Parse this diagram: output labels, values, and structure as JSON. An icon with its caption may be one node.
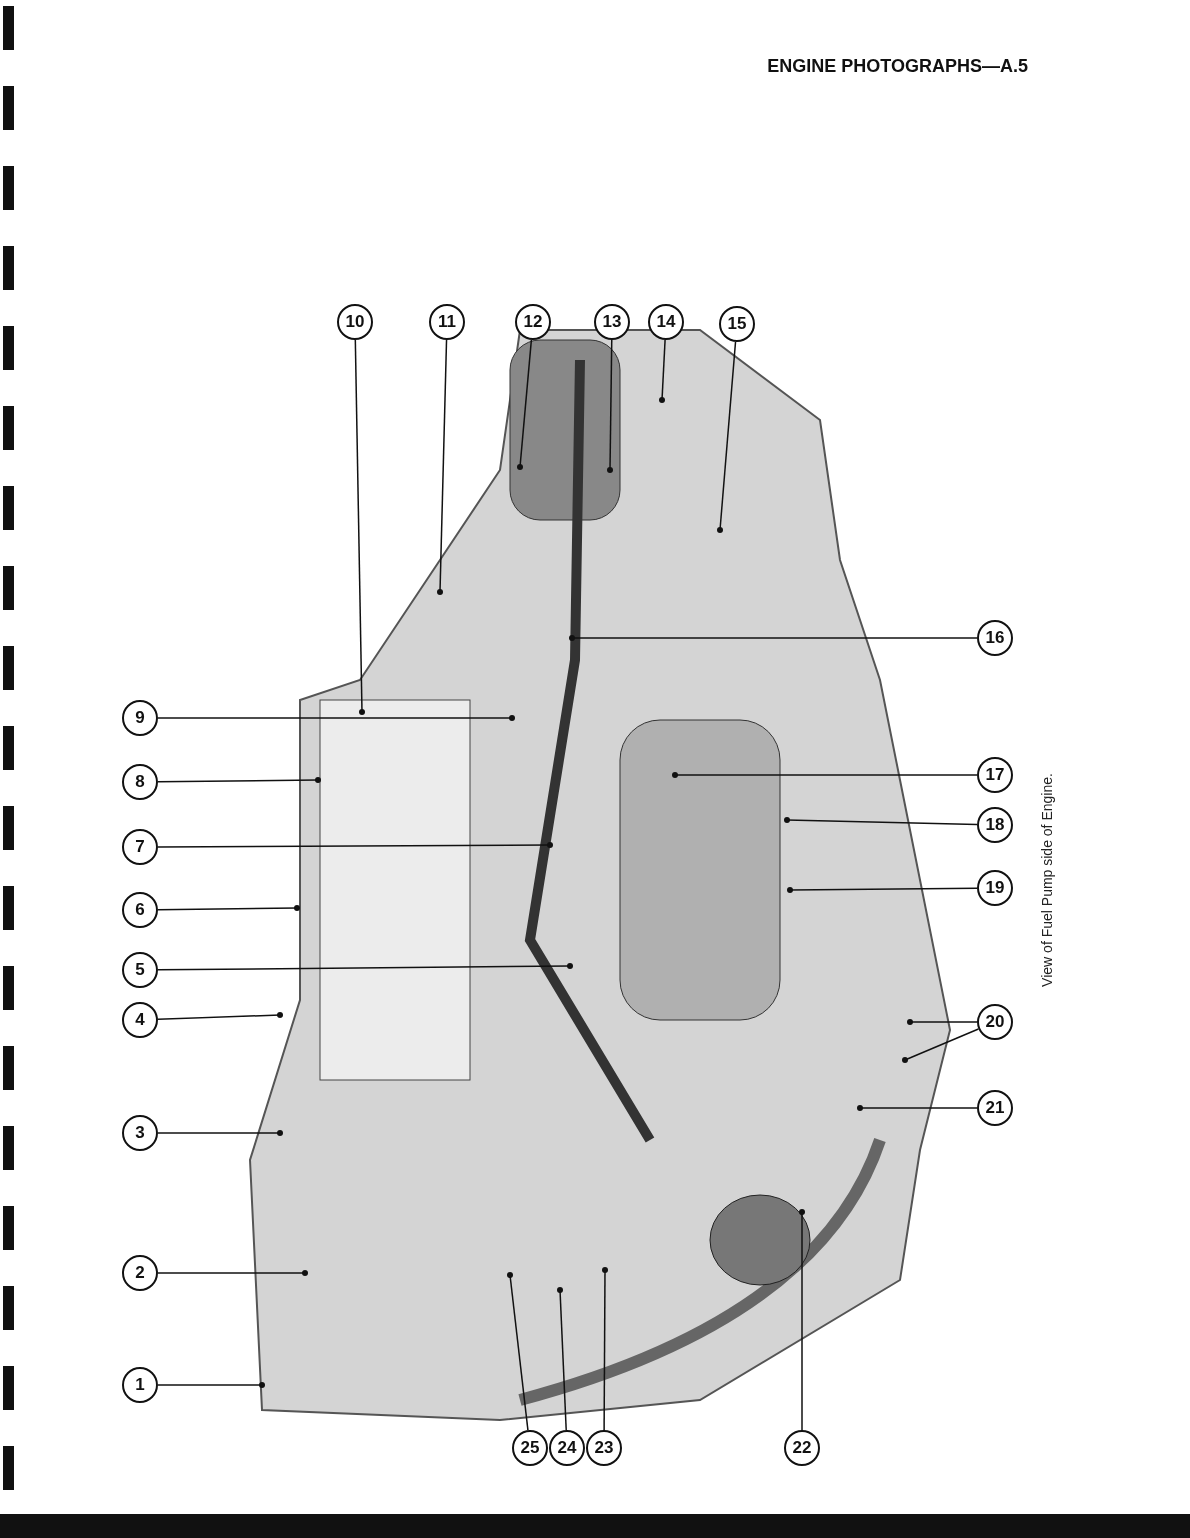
{
  "diagram": {
    "title": "ENGINE PHOTOGRAPHS—A.5",
    "caption": "View of Fuel Pump side of Engine.",
    "nodes": [
      {
        "text": [
          "1"
        ]
      },
      {
        "text": [
          "2"
        ]
      },
      {
        "text": [
          "3"
        ]
      },
      {
        "text": [
          "4"
        ]
      },
      {
        "text": [
          "5"
        ]
      },
      {
        "text": [
          "6"
        ]
      },
      {
        "text": [
          "7"
        ]
      },
      {
        "text": [
          "8"
        ]
      },
      {
        "text": [
          "9"
        ]
      },
      {
        "text": [
          "10"
        ]
      },
      {
        "text": [
          "11"
        ]
      },
      {
        "text": [
          "12"
        ]
      },
      {
        "text": [
          "13"
        ]
      },
      {
        "text": [
          "14"
        ]
      },
      {
        "text": [
          "15"
        ]
      },
      {
        "text": [
          "16"
        ]
      },
      {
        "text": [
          "17"
        ]
      },
      {
        "text": [
          "18"
        ]
      },
      {
        "text": [
          "19"
        ]
      },
      {
        "text": [
          "20"
        ]
      },
      {
        "text": [
          "21"
        ]
      },
      {
        "text": [
          "22"
        ]
      },
      {
        "text": [
          "25"
        ]
      },
      {
        "text": [
          "24"
        ]
      },
      {
        "text": [
          "23"
        ]
      }
    ],
    "edges": [
      {
        "from": 0,
        "to": null,
        "arrow": "other"
      },
      {
        "from": 1,
        "to": null,
        "arrow": "other"
      },
      {
        "from": 2,
        "to": null,
        "arrow": "other"
      },
      {
        "from": 3,
        "to": null,
        "arrow": "other"
      },
      {
        "from": 4,
        "to": null,
        "arrow": "other"
      },
      {
        "from": 5,
        "to": null,
        "arrow": "other"
      },
      {
        "from": 6,
        "to": null,
        "arrow": "other"
      },
      {
        "from": 7,
        "to": null,
        "arrow": "other"
      },
      {
        "from": 8,
        "to": null,
        "arrow": "other"
      },
      {
        "from": 9,
        "to": null,
        "arrow": "other"
      },
      {
        "from": 10,
        "to": null,
        "arrow": "other"
      },
      {
        "from": 11,
        "to": null,
        "arrow": "other"
      },
      {
        "from": 12,
        "to": null,
        "arrow": "other"
      },
      {
        "from": 13,
        "to": null,
        "arrow": "other"
      },
      {
        "from": 14,
        "to": null,
        "arrow": "other"
      },
      {
        "from": 15,
        "to": null,
        "arrow": "other"
      },
      {
        "from": 16,
        "to": null,
        "arrow": "other"
      },
      {
        "from": 17,
        "to": null,
        "arrow": "other"
      },
      {
        "from": 18,
        "to": null,
        "arrow": "other"
      },
      {
        "from": 19,
        "to": null,
        "arrow": "other"
      },
      {
        "from": 19,
        "to": null,
        "arrow": "other"
      },
      {
        "from": 20,
        "to": null,
        "arrow": "other"
      },
      {
        "from": 21,
        "to": null,
        "arrow": "other"
      },
      {
        "from": 22,
        "to": null,
        "arrow": "other"
      },
      {
        "from": 23,
        "to": null,
        "arrow": "other"
      },
      {
        "from": 24,
        "to": null,
        "arrow": "other"
      }
    ]
  }
}
